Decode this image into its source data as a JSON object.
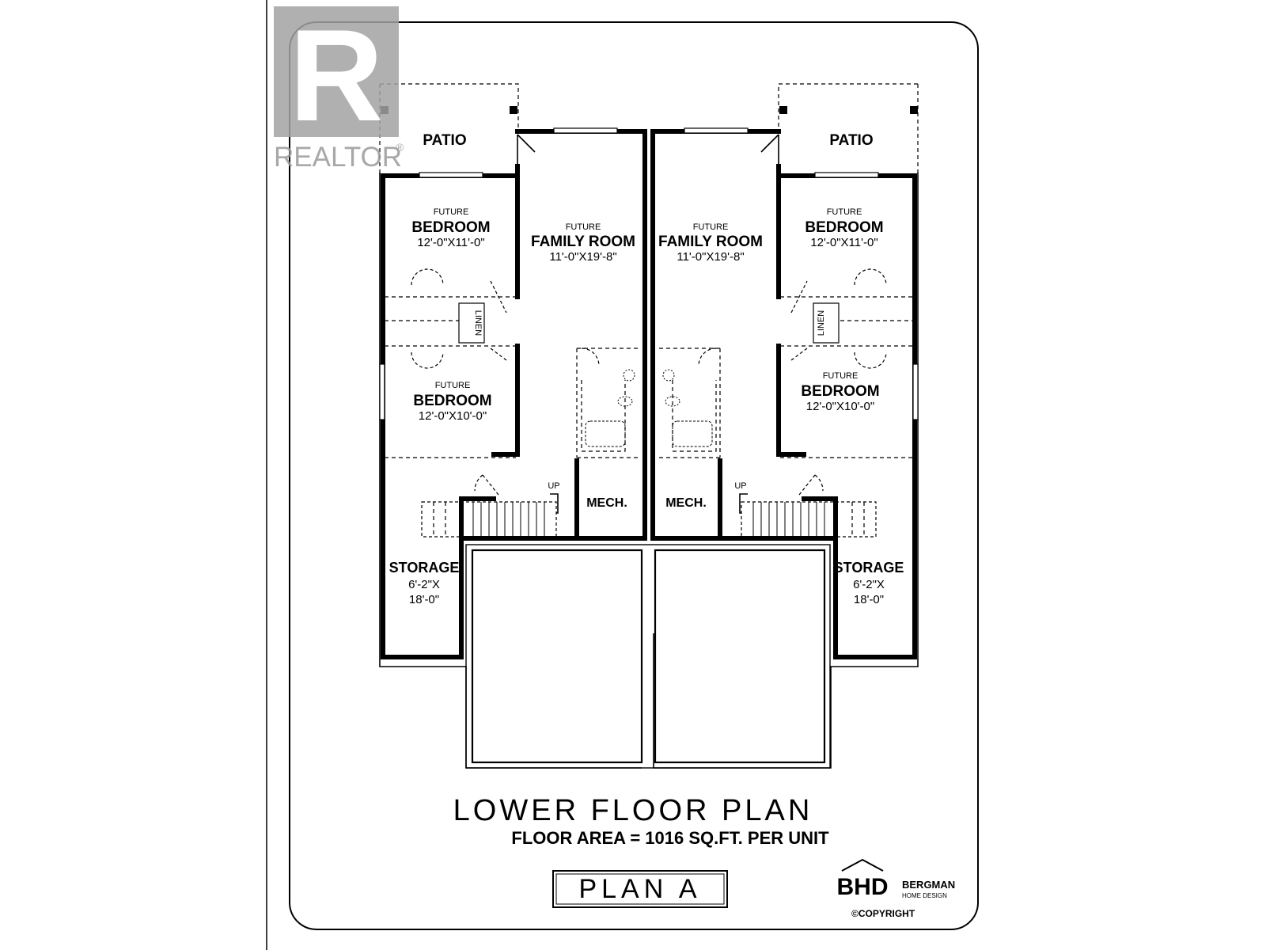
{
  "watermark": {
    "logo_letter": "R",
    "brand": "REALTOR",
    "mark": "®"
  },
  "units": [
    {
      "patio": "PATIO",
      "bedroom_1": {
        "prefix": "FUTURE",
        "name": "BEDROOM",
        "size": "12'-0\"X11'-0\""
      },
      "family_room": {
        "prefix": "FUTURE",
        "name": "FAMILY ROOM",
        "size": "11'-0\"X19'-8\""
      },
      "linen": "LINEN",
      "bedroom_2": {
        "prefix": "FUTURE",
        "name": "BEDROOM",
        "size": "12'-0\"X10'-0\""
      },
      "stairs": "UP",
      "mech": "MECH.",
      "storage": {
        "name": "STORAGE",
        "size_line1": "6'-2\"X",
        "size_line2": "18'-0\""
      }
    },
    {
      "patio": "PATIO",
      "bedroom_1": {
        "prefix": "FUTURE",
        "name": "BEDROOM",
        "size": "12'-0\"X11'-0\""
      },
      "family_room": {
        "prefix": "FUTURE",
        "name": "FAMILY ROOM",
        "size": "11'-0\"X19'-8\""
      },
      "linen": "LINEN",
      "bedroom_2": {
        "prefix": "FUTURE",
        "name": "BEDROOM",
        "size": "12'-0\"X10'-0\""
      },
      "stairs": "UP",
      "mech": "MECH.",
      "storage": {
        "name": "STORAGE",
        "size_line1": "6'-2\"X",
        "size_line2": "18'-0\""
      }
    }
  ],
  "title": "LOWER FLOOR PLAN",
  "subtitle": "FLOOR AREA = 1016 SQ.FT. PER UNIT",
  "plan_label": "PLAN A",
  "designer": {
    "initials": "BHD",
    "name": "BERGMAN",
    "tagline": "HOME DESIGN",
    "copyright": "©COPYRIGHT"
  }
}
